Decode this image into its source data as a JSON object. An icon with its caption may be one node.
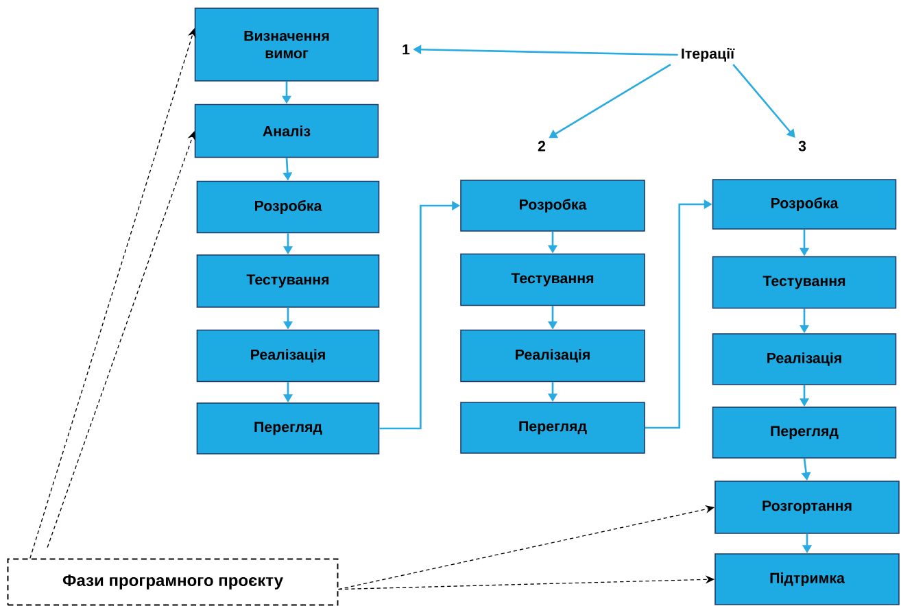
{
  "diagram": {
    "nodes": [
      {
        "text": [
          "Визначення вимог"
        ]
      },
      {
        "text": [
          "Аналіз"
        ]
      },
      {
        "text": [
          "Розробка"
        ]
      },
      {
        "text": [
          "Тестування"
        ]
      },
      {
        "text": [
          "Реалізація"
        ]
      },
      {
        "text": [
          "Перегляд"
        ]
      },
      {
        "text": [
          "Розробка"
        ]
      },
      {
        "text": [
          "Тестування"
        ]
      },
      {
        "text": [
          "Реалізація"
        ]
      },
      {
        "text": [
          "Перегляд"
        ]
      },
      {
        "text": [
          "Розробка"
        ]
      },
      {
        "text": [
          "Тестування"
        ]
      },
      {
        "text": [
          "Реалізація"
        ]
      },
      {
        "text": [
          "Перегляд"
        ]
      },
      {
        "text": [
          "Розгортання"
        ]
      },
      {
        "text": [
          "Підтримка"
        ]
      },
      {
        "text": [
          "Ітерації"
        ]
      },
      {
        "text": [
          "1"
        ]
      },
      {
        "text": [
          "2"
        ]
      },
      {
        "text": [
          "3"
        ]
      },
      {
        "text": [
          "Фази програмного проєкту"
        ]
      }
    ],
    "edges": [
      {
        "from": 0,
        "to": 1,
        "arrow": "to"
      },
      {
        "from": 1,
        "to": 2,
        "arrow": "to"
      },
      {
        "from": 2,
        "to": 3,
        "arrow": "to"
      },
      {
        "from": 3,
        "to": 4,
        "arrow": "to"
      },
      {
        "from": 4,
        "to": 5,
        "arrow": "to"
      },
      {
        "from": 5,
        "to": 6,
        "arrow": "to"
      },
      {
        "from": 6,
        "to": 7,
        "arrow": "to"
      },
      {
        "from": 7,
        "to": 8,
        "arrow": "to"
      },
      {
        "from": 8,
        "to": 9,
        "arrow": "to"
      },
      {
        "from": 9,
        "to": 10,
        "arrow": "to"
      },
      {
        "from": 10,
        "to": 11,
        "arrow": "to"
      },
      {
        "from": 11,
        "to": 12,
        "arrow": "to"
      },
      {
        "from": 12,
        "to": 13,
        "arrow": "to"
      },
      {
        "from": 13,
        "to": 14,
        "arrow": "to"
      },
      {
        "from": 14,
        "to": 15,
        "arrow": "to"
      },
      {
        "from": 16,
        "to": 17,
        "arrow": "to"
      },
      {
        "from": 16,
        "to": 18,
        "arrow": "to"
      },
      {
        "from": 16,
        "to": 19,
        "arrow": "to"
      },
      {
        "from": 20,
        "to": 0,
        "arrow": "to",
        "style": "dashed",
        "color": "#000000"
      },
      {
        "from": 20,
        "to": 1,
        "arrow": "to",
        "style": "dashed",
        "color": "#000000"
      },
      {
        "from": 20,
        "to": 14,
        "arrow": "to",
        "style": "dashed",
        "color": "#000000"
      },
      {
        "from": 20,
        "to": 15,
        "arrow": "to",
        "style": "dashed",
        "color": "#000000"
      }
    ]
  }
}
